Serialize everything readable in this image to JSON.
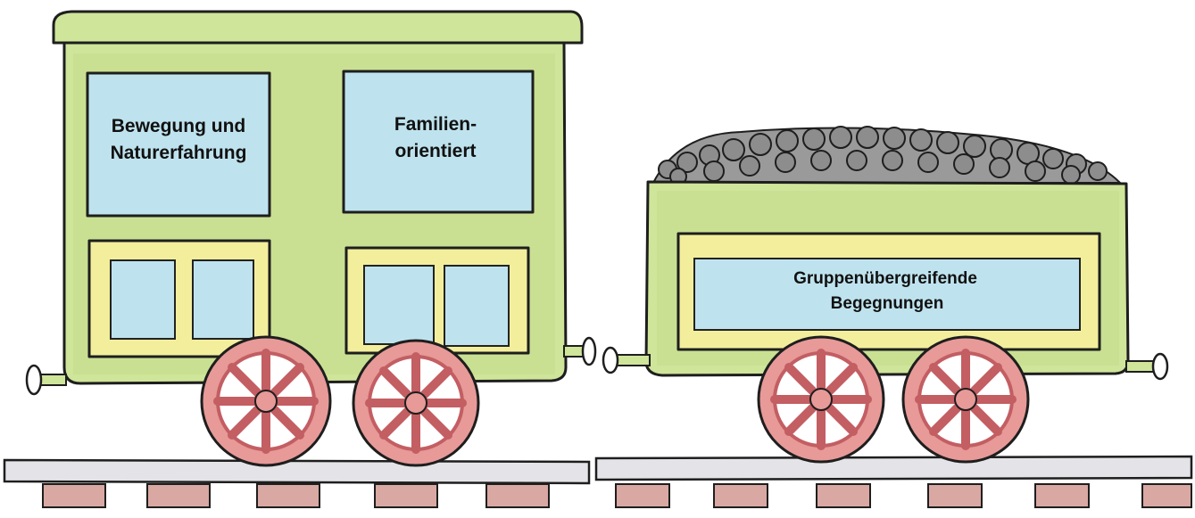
{
  "colors": {
    "wagon_body": "#cfe59a",
    "wagon_body_dark": "#b8d57a",
    "window_glass": "#bfe3ee",
    "window_frame_yellow": "#f3ee9c",
    "wheel": "#e79a98",
    "wheel_dark": "#c35e63",
    "rail": "#e4e4e8",
    "sleeper": "#d9a8a2",
    "coal": "#8d8d8d"
  },
  "passenger_wagon": {
    "window_left_line1": "Bewegung und",
    "window_left_line2": "Naturerfahrung",
    "window_right_line1": "Familien-",
    "window_right_line2": "orientiert"
  },
  "coal_wagon": {
    "window_line1": "Gruppenübergreifende",
    "window_line2": "Begegnungen"
  }
}
